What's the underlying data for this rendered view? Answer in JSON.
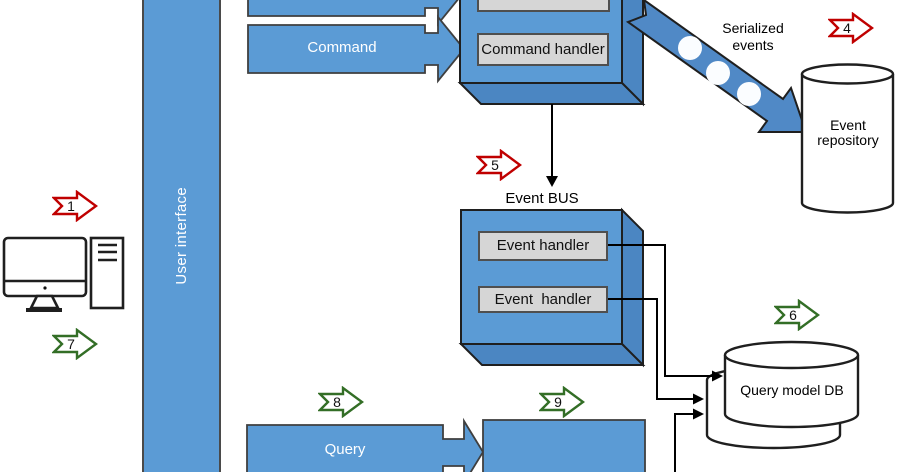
{
  "colors": {
    "blue": "#5B9BD5",
    "blue_shade": "#4b86c2",
    "pipe_blue": "#5089c6",
    "gray_fill": "#D6D6D6",
    "red": "#C00000",
    "green": "#336e26",
    "outline": "#1f1f1f"
  },
  "user_interface": {
    "label": "User interface"
  },
  "command_flow": {
    "arrow_label": "Command",
    "handler_label": "Command handler"
  },
  "event_bus": {
    "title": "Event BUS",
    "handlers": [
      "Event handler",
      "Event  handler"
    ]
  },
  "serialized_events_label": "Serialized\nevents",
  "event_repository": {
    "label": "Event repository"
  },
  "query_model_db": {
    "label": "Query model DB"
  },
  "query_flow": {
    "arrow_label": "Query"
  },
  "step_markers": [
    {
      "number": "1",
      "color": "red"
    },
    {
      "number": "4",
      "color": "red"
    },
    {
      "number": "5",
      "color": "red"
    },
    {
      "number": "6",
      "color": "green"
    },
    {
      "number": "7",
      "color": "green"
    },
    {
      "number": "8",
      "color": "green"
    },
    {
      "number": "9",
      "color": "green"
    }
  ]
}
